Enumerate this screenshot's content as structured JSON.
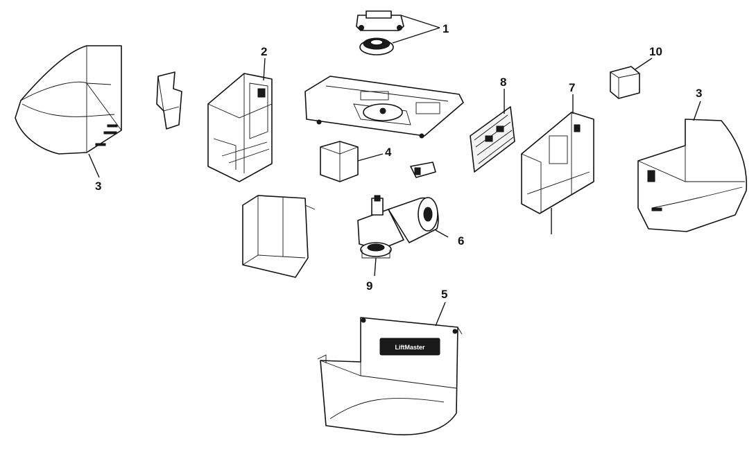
{
  "callouts": {
    "c1": "1",
    "c2": "2",
    "c3_left": "3",
    "c3_right": "3",
    "c4": "4",
    "c5": "5",
    "c6": "6",
    "c7": "7",
    "c8": "8",
    "c9": "9",
    "c10": "10"
  },
  "logo_text": "LiftMaster"
}
